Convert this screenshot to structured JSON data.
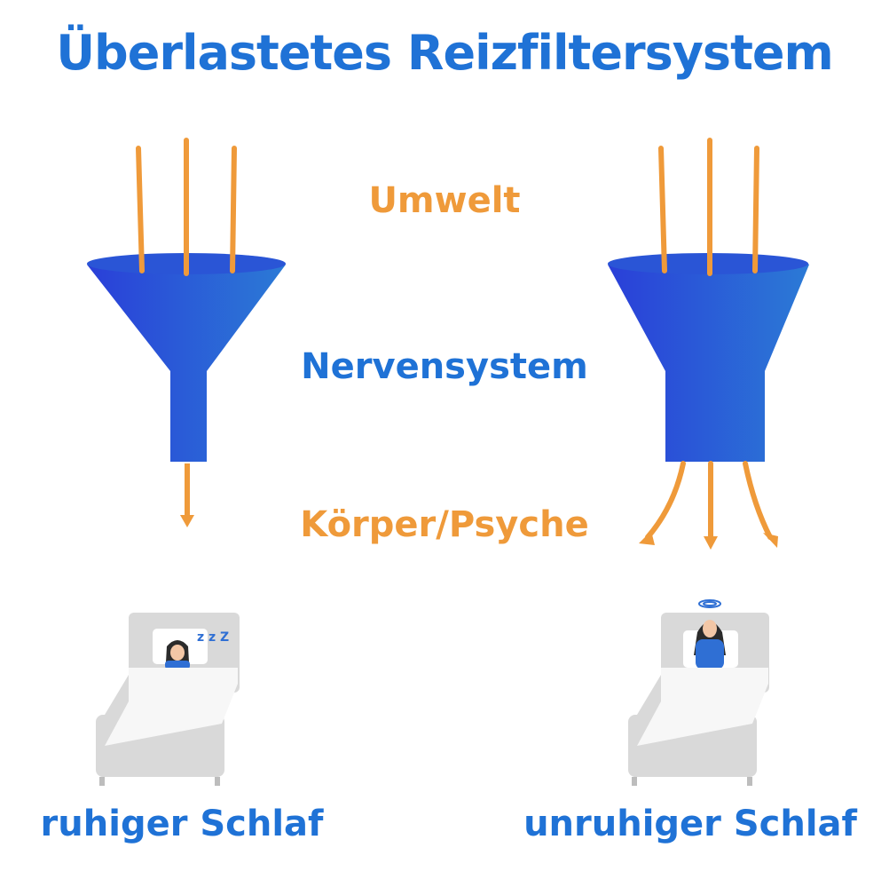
{
  "title": "Überlastetes Reizfiltersystem",
  "labels": {
    "environment": "Umwelt",
    "nervous_system": "Nervensystem",
    "body_psyche": "Körper/Psyche"
  },
  "captions": {
    "left": "ruhiger Schlaf",
    "right": "unruhiger Schlaf"
  },
  "sleep_symbol": "z z Z",
  "colors": {
    "blue_text": "#1f72d6",
    "orange": "#ef9a3a",
    "funnel_dark": "#2a3fd8",
    "funnel_light": "#2b7ad6",
    "bed_gray": "#d9d9d9"
  },
  "icons": [
    "funnel-left-icon",
    "funnel-right-icon",
    "calm-sleeper-icon",
    "restless-sleeper-icon",
    "dizzy-halo-icon"
  ]
}
